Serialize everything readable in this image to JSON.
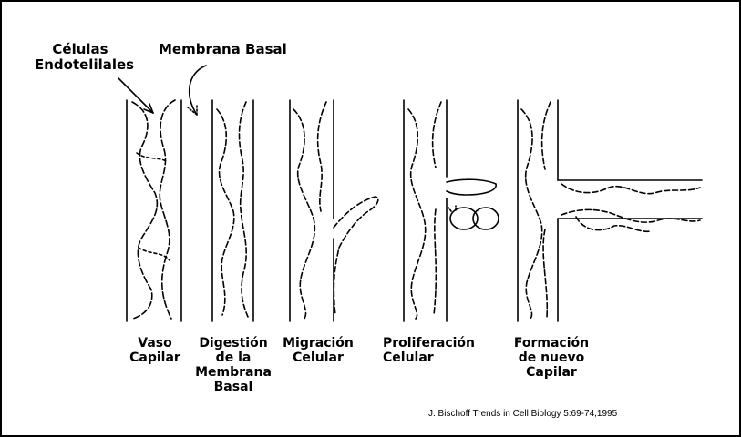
{
  "labels": {
    "cells": "Células Endotelilales",
    "cells_line1": "Células",
    "cells_line2": "Endotelilales",
    "membrane": "Membrana Basal"
  },
  "stages": [
    {
      "line1": "Vaso",
      "line2": "Capilar",
      "line3": "",
      "line4": ""
    },
    {
      "line1": "Digestión",
      "line2": "de la",
      "line3": "Membrana",
      "line4": "Basal"
    },
    {
      "line1": "Migración",
      "line2": "Celular",
      "line3": "",
      "line4": ""
    },
    {
      "line1": "Proliferación",
      "line2": "Celular",
      "line3": "",
      "line4": ""
    },
    {
      "line1": "Formación",
      "line2": "de nuevo",
      "line3": "Capilar",
      "line4": ""
    }
  ],
  "citation": "J. Bischoff Trends in Cell Biology 5:69-74,1995",
  "colors": {
    "stroke": "#000000",
    "background": "#ffffff"
  }
}
